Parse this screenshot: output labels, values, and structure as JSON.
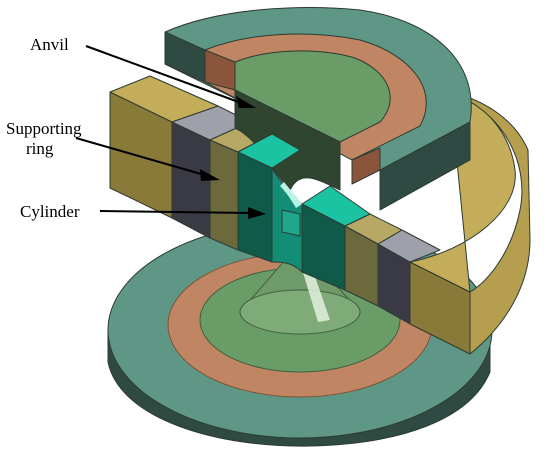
{
  "labels": {
    "anvil": "Anvil",
    "supporting_ring_line1": "Supporting",
    "supporting_ring_line2": "ring",
    "cylinder": "Cylinder"
  },
  "colors": {
    "outer_ring_top": "#5e9786",
    "outer_ring_side": "#2e4a42",
    "copper_ring": "#c08562",
    "inner_green": "#6a9c68",
    "anvil_face_dark": "#2f4530",
    "gold_block_top": "#c4ad5a",
    "gold_block_side": "#8a7a3a",
    "supporting_ring": "#9ea0aa",
    "supporting_ring_dark": "#3a3a45",
    "cylinder_cyan": "#1cc3a3",
    "cylinder_dark": "#0f5a49"
  }
}
